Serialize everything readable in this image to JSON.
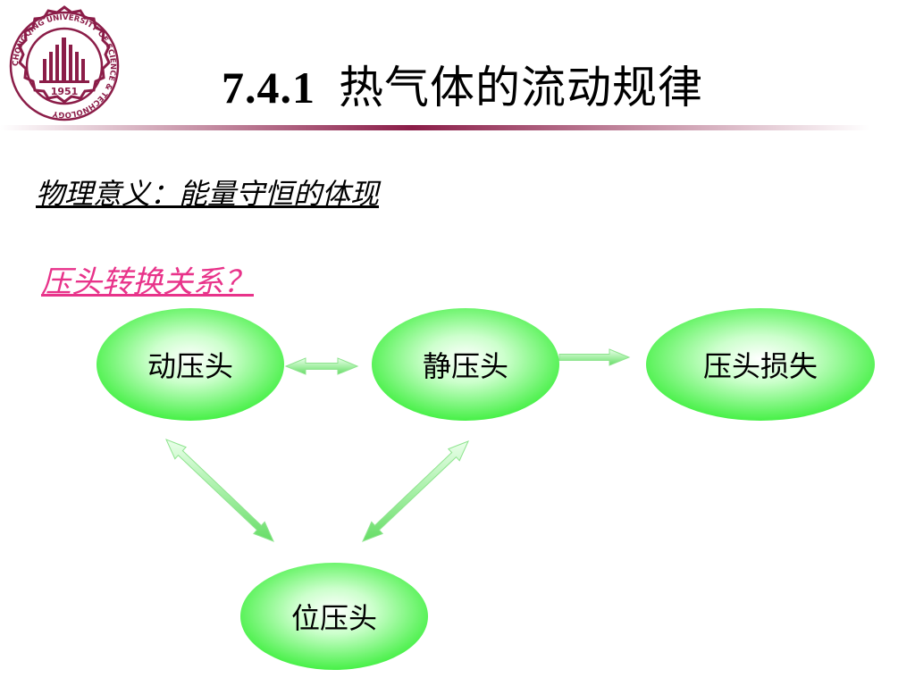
{
  "slide": {
    "section_number": "7.4.1",
    "title": "热气体的流动规律",
    "subtitle": "物理意义：能量守恒的体现",
    "question": "压头转换关系？",
    "logo": {
      "year": "1951",
      "ring_text": "CHONGQING UNIVERSITY OF SCIENCE & TECHNOLOGY",
      "icon": "university-seal-icon"
    }
  },
  "colors": {
    "accent_pink": "#e8338a",
    "seal_purple": "#8b1d48",
    "node_green": "#33ee33",
    "arrow_green": "#7fe27f"
  },
  "diagram": {
    "nodes": [
      {
        "id": "dynamic",
        "label": "动压头"
      },
      {
        "id": "static",
        "label": "静压头"
      },
      {
        "id": "loss",
        "label": "压头损失"
      },
      {
        "id": "position",
        "label": "位压头"
      }
    ],
    "edges": [
      {
        "from": "dynamic",
        "to": "static",
        "direction": "both"
      },
      {
        "from": "static",
        "to": "loss",
        "direction": "forward"
      },
      {
        "from": "dynamic",
        "to": "position",
        "direction": "both"
      },
      {
        "from": "static",
        "to": "position",
        "direction": "both"
      }
    ]
  }
}
